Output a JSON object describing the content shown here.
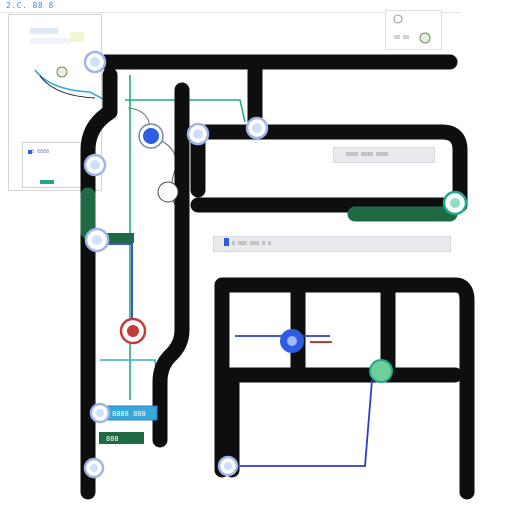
{
  "header": {
    "title": "2.C. 88 8"
  },
  "top_right_panel": {
    "label": "88 88"
  },
  "left_panel": {
    "label": "8 8888"
  },
  "gray_bar_1": {
    "label": "8888 8888 8888"
  },
  "gray_bar_2": {
    "label": "8 888 888 8 8"
  },
  "blue_label": {
    "text": "8888 888"
  },
  "green_label": {
    "text": "888"
  },
  "colors": {
    "track": "#0e0e0e",
    "green": "#1f6a45",
    "teal": "#21a88a",
    "blue_line": "#2a3fd0",
    "cyan_line": "#39a8d8",
    "red_node": "#c73a3a",
    "blue_node": "#2d5de0"
  },
  "nodes": [
    {
      "name": "node-top-left",
      "icon": "blue-dot-icon"
    },
    {
      "name": "node-center-blue",
      "icon": "blue-dot-icon"
    },
    {
      "name": "node-junction-top",
      "icon": "blue-dot-icon"
    },
    {
      "name": "node-right-green",
      "icon": "green-dot-icon"
    },
    {
      "name": "node-red",
      "icon": "red-dot-icon"
    },
    {
      "name": "node-mid-blue",
      "icon": "blue-dot-icon"
    },
    {
      "name": "node-green-mid",
      "icon": "green-dot-icon"
    },
    {
      "name": "node-bottom-left",
      "icon": "blue-dot-icon"
    }
  ]
}
